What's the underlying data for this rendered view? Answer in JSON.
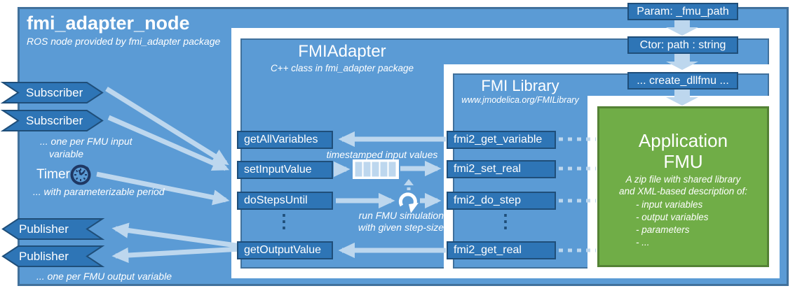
{
  "outer": {
    "title": "fmi_adapter_node",
    "subtitle": "ROS node provided by fmi_adapter package"
  },
  "left": {
    "subscriber_1": "Subscriber",
    "subscriber_2": "Subscriber",
    "subscriber_note_line_1": "... one per FMU input",
    "subscriber_note_line_2": "variable",
    "timer_label": "Timer",
    "timer_note": "... with parameterizable period",
    "publisher_1": "Publisher",
    "publisher_2": "Publisher",
    "publisher_note": "... one per FMU output variable"
  },
  "adapter": {
    "title": "FMIAdapter",
    "subtitle": "C++ class in fmi_adapter package",
    "methods": [
      "getAllVariables",
      "setInputValue",
      "doStepsUntil",
      "getOutputValue"
    ],
    "ellipsis": "⋮"
  },
  "library": {
    "title": "FMI Library",
    "subtitle": "www.jmodelica.org/FMILibrary",
    "functions": [
      "fmi2_get_variable",
      "fmi2_set_real",
      "fmi2_do_step",
      "fmi2_get_real"
    ],
    "ellipsis": "⋮"
  },
  "fmu": {
    "title_line_1": "Application",
    "title_line_2": "FMU",
    "subtitle_line_1": "A zip file with shared library",
    "subtitle_line_2": "and XML-based description of:",
    "items": [
      "- input variables",
      "- output variables",
      "- parameters",
      "- ..."
    ]
  },
  "notes": {
    "timestamped": "timestamped input values",
    "run_line_1": "run FMU simulation",
    "run_line_2": "with given step-size"
  },
  "chain": {
    "param": "Param: _fmu_path",
    "ctor": "Ctor: path : string",
    "create": "... create_dllfmu ..."
  },
  "colors": {
    "main_blue": "#5b9bd5",
    "box_border": "#41719c",
    "button_blue": "#2e75b6",
    "button_border": "#1f4e79",
    "pale_arrow": "#bdd7ee",
    "green_fill": "#70ad47",
    "green_border": "#548235",
    "clock_navy": "#1f3864"
  }
}
